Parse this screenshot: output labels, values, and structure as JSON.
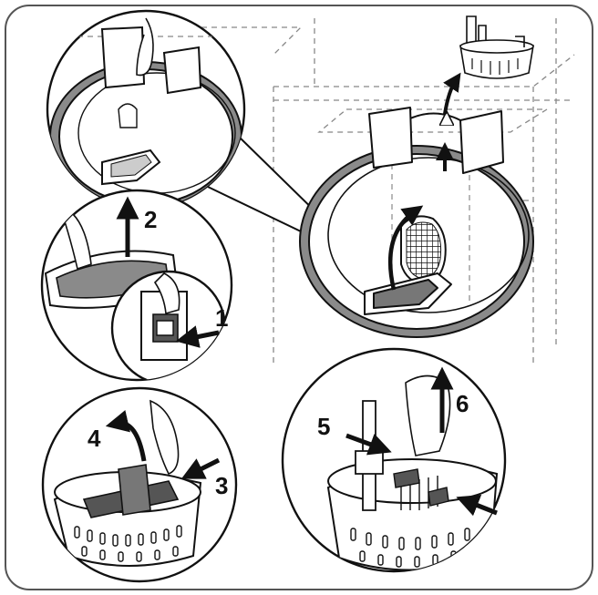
{
  "diagram": {
    "steps": [
      "1",
      "2",
      "3",
      "4",
      "5",
      "6"
    ],
    "colors": {
      "ink": "#111111",
      "frame": "#555555",
      "dashed": "#888888",
      "shade": "#8a8a8a",
      "dark": "#555555",
      "paper": "#ffffff"
    }
  }
}
